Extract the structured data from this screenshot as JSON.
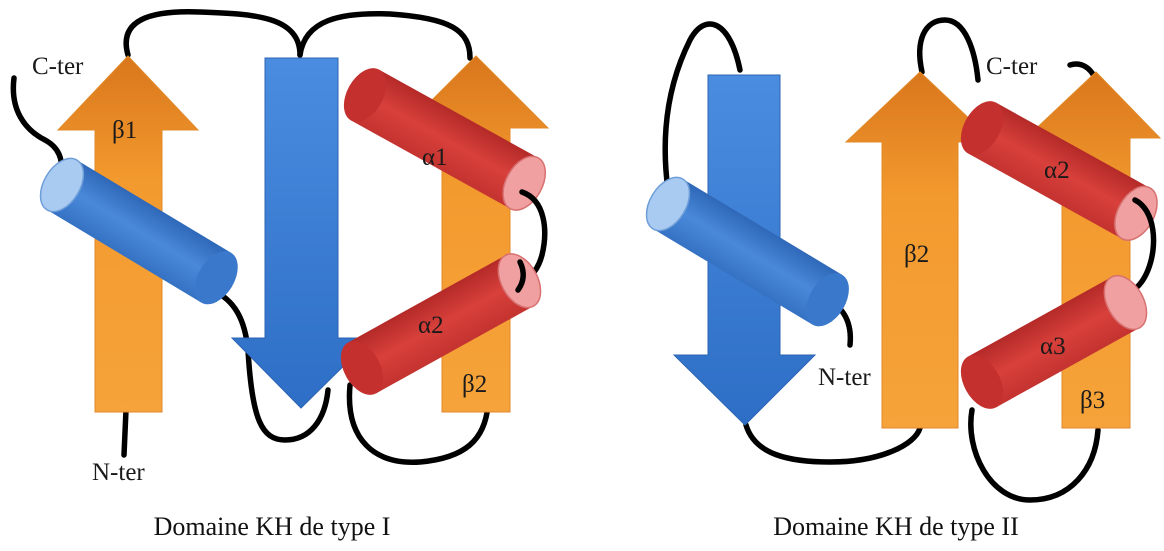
{
  "panel_1": {
    "caption": "Domaine KH de type I",
    "labels": {
      "beta1": "β1",
      "beta2": "β2",
      "alpha1": "α1",
      "alpha2": "α2",
      "c_term": "C-ter",
      "n_term": "N-ter"
    }
  },
  "panel_2": {
    "caption": "Domaine KH de type II",
    "labels": {
      "beta2": "β2",
      "beta3": "β3",
      "alpha2": "α2",
      "alpha3": "α3",
      "c_term": "C-ter",
      "n_term": "N-ter"
    }
  },
  "colors": {
    "strand_orange": "#F39A2E",
    "strand_orange_dark": "#D9761C",
    "strand_blue": "#3C7FD6",
    "helix_red": "#D03A36",
    "helix_red_cap": "#F0A0A0",
    "helix_blue": "#3F7DD4",
    "helix_blue_cap": "#A9CBF2",
    "loop": "#000000"
  }
}
